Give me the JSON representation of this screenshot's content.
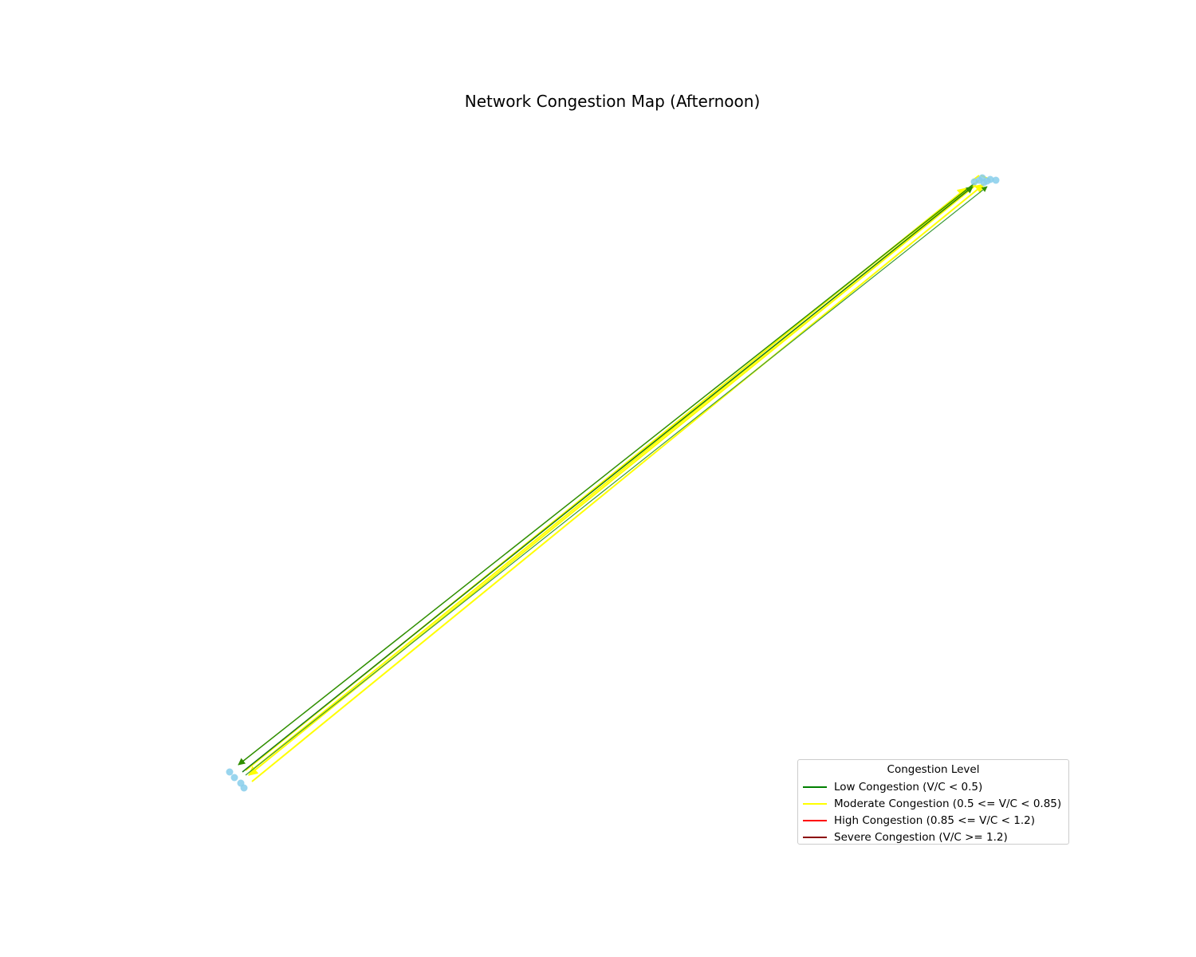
{
  "title": "Network Congestion Map (Afternoon)",
  "colors": {
    "node": "#87ceeb",
    "low": "#008000",
    "moderate": "#ffff00",
    "high": "#ff0000",
    "severe": "#8b0000"
  },
  "legend": {
    "title": "Congestion Level",
    "items": [
      {
        "label": "Low Congestion (V/C < 0.5)",
        "color": "#008000"
      },
      {
        "label": "Moderate Congestion (0.5 <= V/C < 0.85)",
        "color": "#ffff00"
      },
      {
        "label": "High Congestion (0.85 <= V/C < 1.2)",
        "color": "#ff0000"
      },
      {
        "label": "Severe Congestion (V/C >= 1.2)",
        "color": "#8b0000"
      }
    ]
  }
}
